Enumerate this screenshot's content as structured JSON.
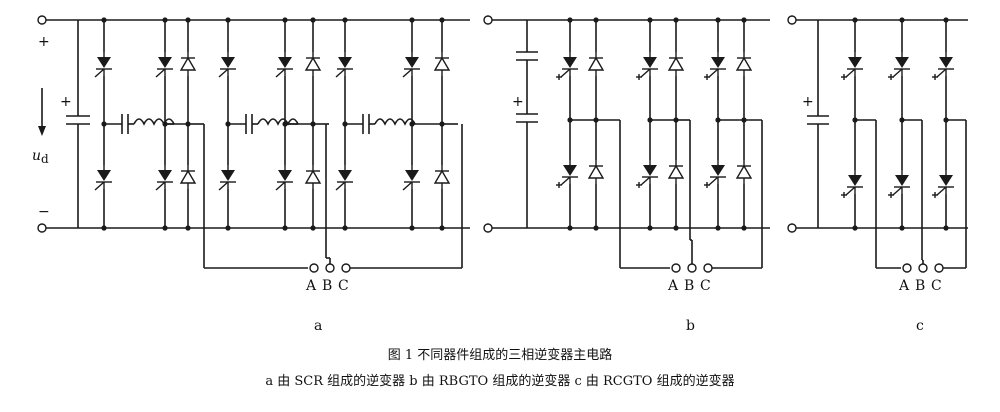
{
  "figure": {
    "caption_title": "图 1   不同器件组成的三相逆变器主电路",
    "caption_sub": "a 由 SCR 组成的逆变器   b 由 RBGTO 组成的逆变器   c 由 RCGTO 组成的逆变器"
  },
  "labels": {
    "plus": "+",
    "minus": "−",
    "ud": "u",
    "ud_sub": "d",
    "A": "A",
    "B": "B",
    "C": "C"
  },
  "panels": [
    {
      "id": "a",
      "label": "a",
      "device": "SCR"
    },
    {
      "id": "b",
      "label": "b",
      "device": "RBGTO"
    },
    {
      "id": "c",
      "label": "c",
      "device": "RCGTO"
    }
  ]
}
